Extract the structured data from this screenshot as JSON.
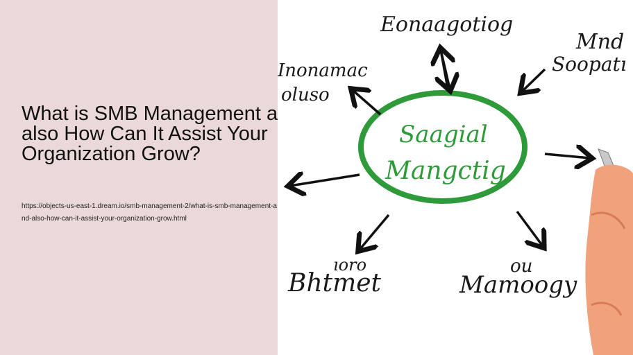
{
  "article": {
    "title": "What is SMB Management and also How Can It Assist Your Organization Grow?",
    "url": "https://objects-us-east-1.dream.io/smb-management-2/what-is-smb-management-and-also-how-can-it-assist-your-organization-grow.html"
  },
  "illustration": {
    "center_line1": "Saagial",
    "center_line2": "Mangctig",
    "top": "Eonaagotiog",
    "top_right_1": "Mnd",
    "top_right_2": "Soopatı",
    "left_1": "Inonamac",
    "left_2": "oluso",
    "bottom_left_1": "ıoro",
    "bottom_left_2": "Bhtmet",
    "bottom_right_1": "ou",
    "bottom_right_2": "Mamoogy",
    "accent_color": "#2e9a3a"
  }
}
